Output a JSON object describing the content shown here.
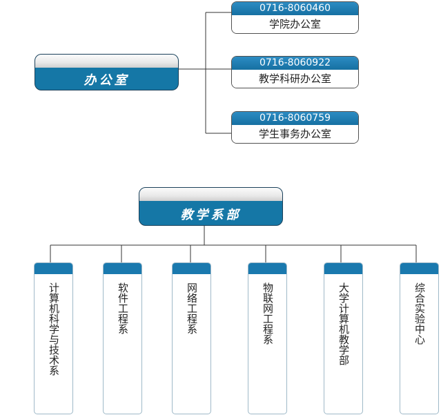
{
  "office": {
    "title": "办公室",
    "branches": [
      {
        "phone": "0716-8060460",
        "name": "学院办公室"
      },
      {
        "phone": "0716-8060922",
        "name": "教学科研办公室"
      },
      {
        "phone": "0716-8060759",
        "name": "学生事务办公室"
      }
    ]
  },
  "departments": {
    "title": "教学系部",
    "items": [
      "计算机科学与技术系",
      "软件工程系",
      "网络工程系",
      "物联网工程系",
      "大学计算机教学部",
      "综合实验中心"
    ]
  },
  "colors": {
    "box_blue": "#1577a6",
    "line": "#333333"
  }
}
